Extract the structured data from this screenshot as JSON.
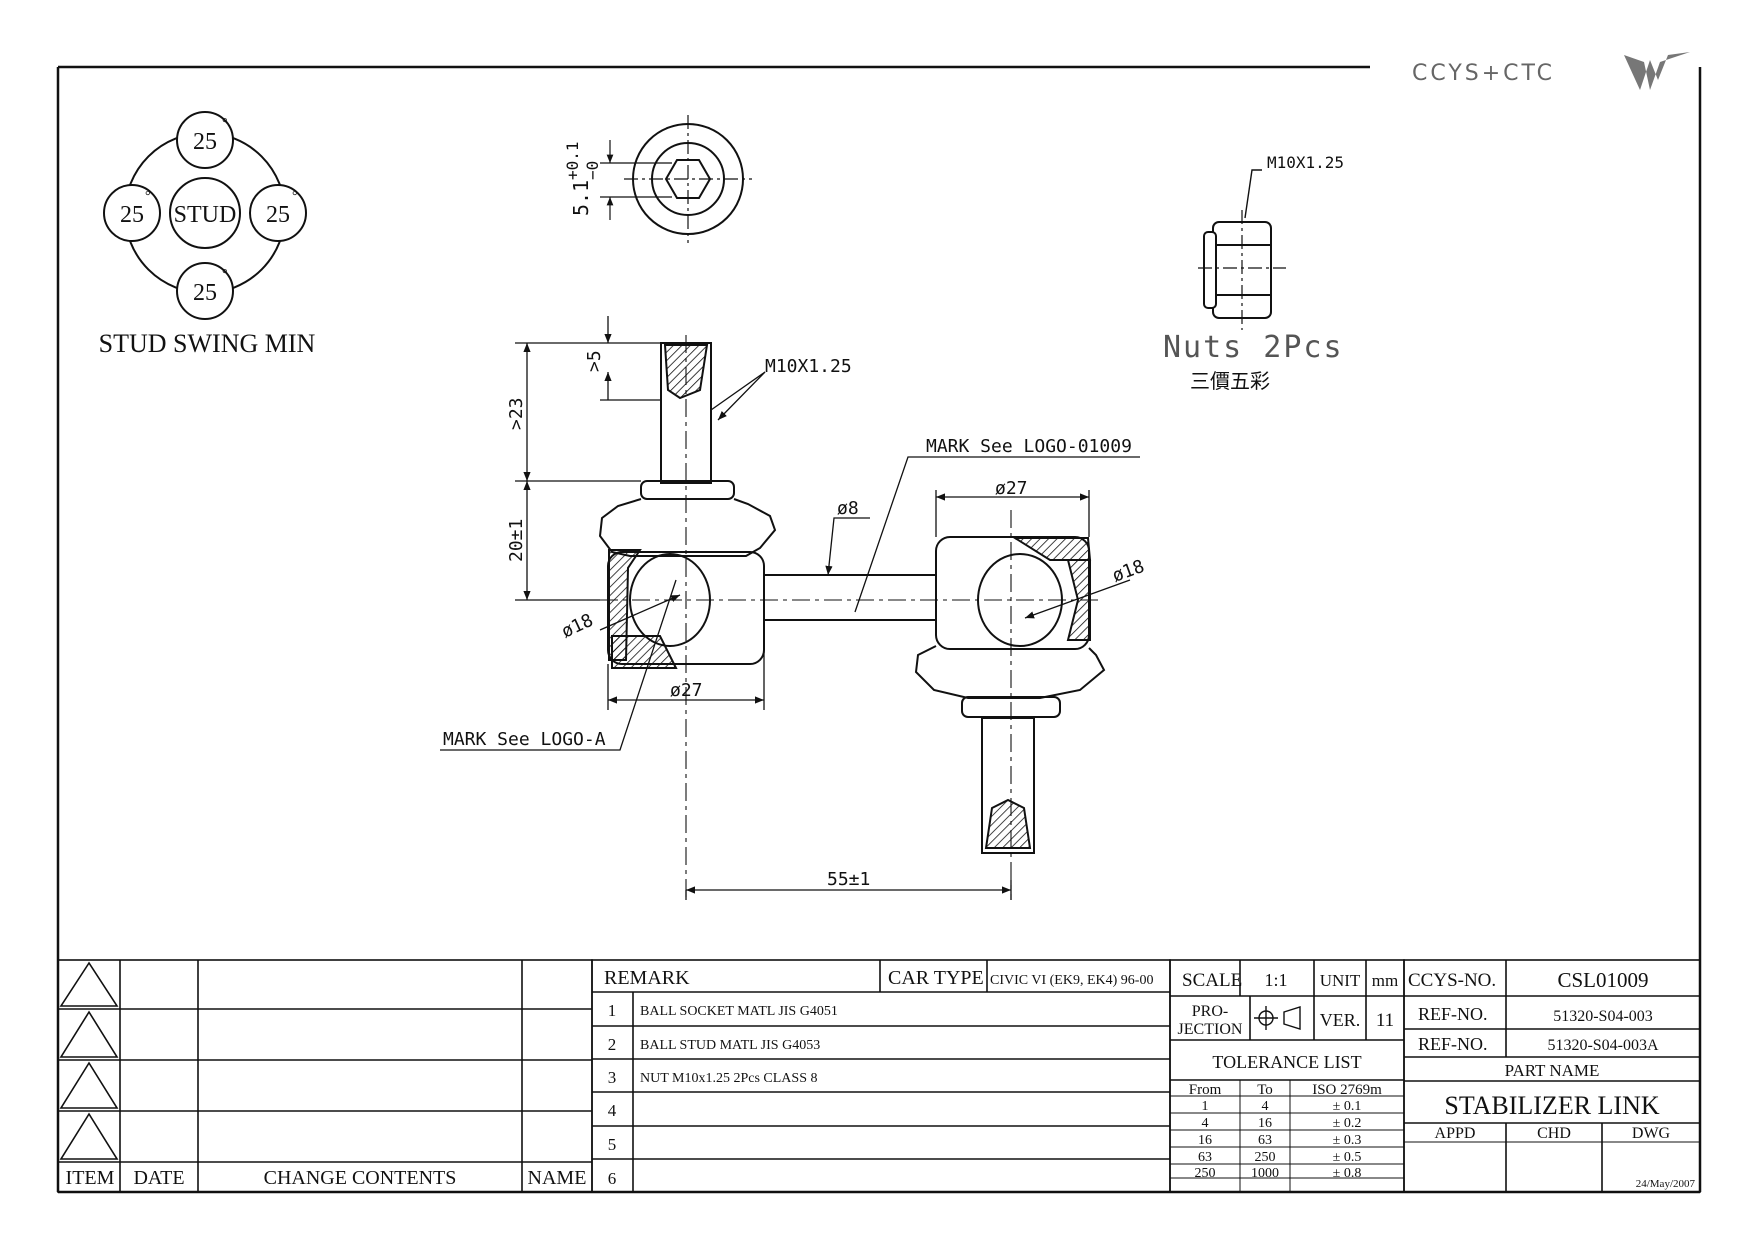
{
  "brand": {
    "logo_text": "CCYS+CTC"
  },
  "swing": {
    "stud_label": "STUD",
    "angle_top": "25",
    "angle_left": "25",
    "angle_right": "25",
    "angle_bottom": "25",
    "degree_mark": "°",
    "caption": "STUD SWING MIN"
  },
  "dims": {
    "hex_width": "5.1",
    "hex_tol_plus": "+0.1",
    "hex_tol_minus": "−0",
    "thread_top": "M10X1.25",
    "thread_nut": "M10X1.25",
    "min_5": ">5",
    "min_23": ">23",
    "d20": "20±1",
    "phi8": "ø8",
    "phi27_left": "ø27",
    "phi27_right": "ø27",
    "phi18_left": "ø18",
    "phi18_right": "ø18",
    "d55": "55±1",
    "mark_logo_01009": "MARK See LOGO-01009",
    "mark_logo_a": "MARK See LOGO-A"
  },
  "nuts": {
    "title": "Nuts 2Pcs",
    "subtitle": "三價五彩"
  },
  "revisions": {
    "headers": {
      "item": "ITEM",
      "date": "DATE",
      "change": "CHANGE CONTENTS",
      "name": "NAME"
    }
  },
  "remarks": {
    "header": "REMARK",
    "car_type_label": "CAR TYPE",
    "car_type_value": "CIVIC VI (EK9, EK4) 96-00",
    "rows": [
      {
        "num": "1",
        "text": "BALL SOCKET MATL JIS  G4051"
      },
      {
        "num": "2",
        "text": "BALL STUD MATL JIS G4053"
      },
      {
        "num": "3",
        "text": "NUT M10x1.25 2Pcs CLASS 8"
      },
      {
        "num": "4",
        "text": ""
      },
      {
        "num": "5",
        "text": ""
      },
      {
        "num": "6",
        "text": ""
      }
    ]
  },
  "specs": {
    "scale_label": "SCALE",
    "scale_value": "1:1",
    "unit_label": "UNIT",
    "unit_value": "mm",
    "projection_label_1": "PRO-",
    "projection_label_2": "JECTION",
    "ver_label": "VER.",
    "ver_value": "11",
    "tolerance_title": "TOLERANCE LIST",
    "tol_headers": {
      "from": "From",
      "to": "To",
      "iso": "ISO 2769m"
    },
    "tolerance_rows": [
      {
        "from": "1",
        "to": "4",
        "tol": "± 0.1"
      },
      {
        "from": "4",
        "to": "16",
        "tol": "± 0.2"
      },
      {
        "from": "16",
        "to": "63",
        "tol": "± 0.3"
      },
      {
        "from": "63",
        "to": "250",
        "tol": "± 0.5"
      },
      {
        "from": "250",
        "to": "1000",
        "tol": "± 0.8"
      }
    ]
  },
  "title_block": {
    "ccys_no_label": "CCYS-NO.",
    "ccys_no": "CSL01009",
    "ref_no_label": "REF-NO.",
    "ref_no_1": "51320-S04-003",
    "ref_no_2": "51320-S04-003A",
    "part_name_label": "PART NAME",
    "part_name": "STABILIZER LINK",
    "appd": "APPD",
    "chd": "CHD",
    "dwg": "DWG",
    "date": "24/May/2007"
  }
}
